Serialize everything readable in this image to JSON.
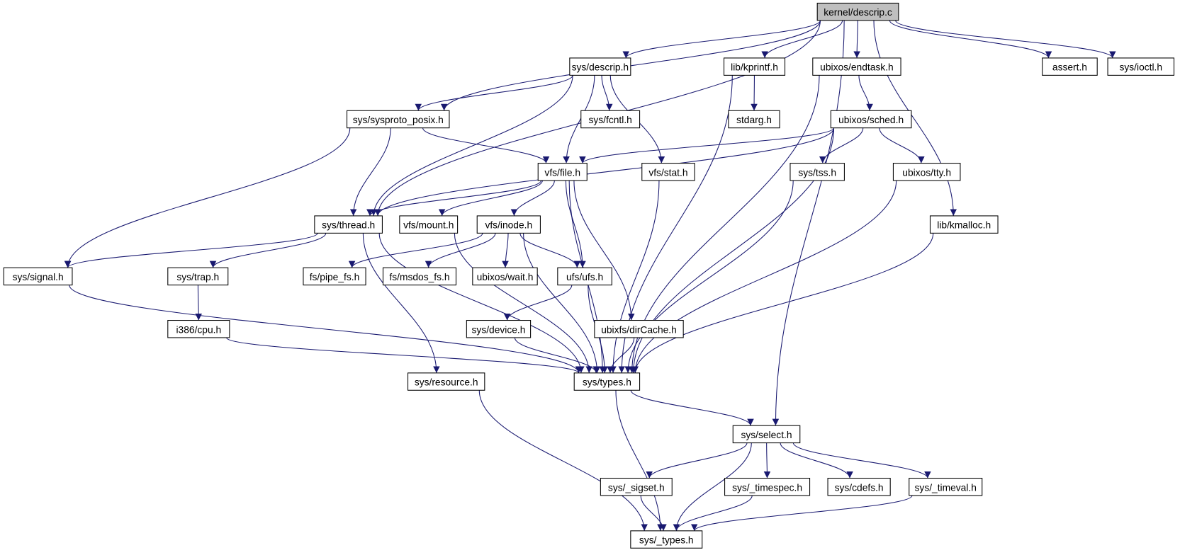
{
  "title": "kernel/descrip.c",
  "colors": {
    "edge": "#191970",
    "root_fill": "#bfbfbf",
    "node_fill": "#ffffff"
  },
  "nodes": [
    "kernel/descrip.c",
    "sys/descrip.h",
    "lib/kprintf.h",
    "ubixos/endtask.h",
    "assert.h",
    "sys/ioctl.h",
    "sys/sysproto_posix.h",
    "sys/fcntl.h",
    "stdarg.h",
    "ubixos/sched.h",
    "vfs/file.h",
    "vfs/stat.h",
    "sys/tss.h",
    "ubixos/tty.h",
    "sys/thread.h",
    "vfs/mount.h",
    "vfs/inode.h",
    "lib/kmalloc.h",
    "sys/signal.h",
    "sys/trap.h",
    "fs/pipe_fs.h",
    "fs/msdos_fs.h",
    "ubixos/wait.h",
    "ufs/ufs.h",
    "i386/cpu.h",
    "sys/device.h",
    "ubixfs/dirCache.h",
    "sys/resource.h",
    "sys/types.h",
    "sys/select.h",
    "sys/_sigset.h",
    "sys/_timespec.h",
    "sys/cdefs.h",
    "sys/_timeval.h",
    "sys/_types.h"
  ],
  "edges": [
    [
      "kernel/descrip.c",
      "sys/descrip.h"
    ],
    [
      "kernel/descrip.c",
      "lib/kprintf.h"
    ],
    [
      "kernel/descrip.c",
      "ubixos/endtask.h"
    ],
    [
      "kernel/descrip.c",
      "assert.h"
    ],
    [
      "kernel/descrip.c",
      "sys/ioctl.h"
    ],
    [
      "kernel/descrip.c",
      "sys/sysproto_posix.h"
    ],
    [
      "kernel/descrip.c",
      "sys/thread.h"
    ],
    [
      "kernel/descrip.c",
      "lib/kmalloc.h"
    ],
    [
      "kernel/descrip.c",
      "sys/select.h"
    ],
    [
      "sys/descrip.h",
      "sys/sysproto_posix.h"
    ],
    [
      "sys/descrip.h",
      "sys/fcntl.h"
    ],
    [
      "sys/descrip.h",
      "vfs/file.h"
    ],
    [
      "sys/descrip.h",
      "vfs/stat.h"
    ],
    [
      "sys/descrip.h",
      "sys/thread.h"
    ],
    [
      "lib/kprintf.h",
      "stdarg.h"
    ],
    [
      "lib/kprintf.h",
      "sys/types.h"
    ],
    [
      "ubixos/endtask.h",
      "ubixos/sched.h"
    ],
    [
      "ubixos/endtask.h",
      "sys/types.h"
    ],
    [
      "sys/sysproto_posix.h",
      "sys/signal.h"
    ],
    [
      "sys/sysproto_posix.h",
      "sys/thread.h"
    ],
    [
      "sys/sysproto_posix.h",
      "vfs/file.h"
    ],
    [
      "ubixos/sched.h",
      "vfs/file.h"
    ],
    [
      "ubixos/sched.h",
      "sys/thread.h"
    ],
    [
      "ubixos/sched.h",
      "sys/tss.h"
    ],
    [
      "ubixos/sched.h",
      "ubixos/tty.h"
    ],
    [
      "ubixos/sched.h",
      "sys/types.h"
    ],
    [
      "vfs/file.h",
      "sys/thread.h"
    ],
    [
      "vfs/file.h",
      "vfs/mount.h"
    ],
    [
      "vfs/file.h",
      "vfs/inode.h"
    ],
    [
      "vfs/file.h",
      "ufs/ufs.h"
    ],
    [
      "vfs/file.h",
      "sys/types.h"
    ],
    [
      "vfs/file.h",
      "ubixfs/dirCache.h"
    ],
    [
      "vfs/stat.h",
      "sys/types.h"
    ],
    [
      "sys/tss.h",
      "sys/types.h"
    ],
    [
      "ubixos/tty.h",
      "sys/types.h"
    ],
    [
      "sys/thread.h",
      "sys/signal.h"
    ],
    [
      "sys/thread.h",
      "sys/trap.h"
    ],
    [
      "sys/thread.h",
      "sys/resource.h"
    ],
    [
      "sys/thread.h",
      "sys/types.h"
    ],
    [
      "vfs/mount.h",
      "sys/types.h"
    ],
    [
      "vfs/inode.h",
      "fs/pipe_fs.h"
    ],
    [
      "vfs/inode.h",
      "fs/msdos_fs.h"
    ],
    [
      "vfs/inode.h",
      "ubixos/wait.h"
    ],
    [
      "vfs/inode.h",
      "ufs/ufs.h"
    ],
    [
      "vfs/inode.h",
      "sys/types.h"
    ],
    [
      "lib/kmalloc.h",
      "sys/types.h"
    ],
    [
      "sys/signal.h",
      "sys/types.h"
    ],
    [
      "sys/trap.h",
      "i386/cpu.h"
    ],
    [
      "i386/cpu.h",
      "sys/types.h"
    ],
    [
      "ufs/ufs.h",
      "sys/device.h"
    ],
    [
      "ufs/ufs.h",
      "sys/types.h"
    ],
    [
      "sys/device.h",
      "sys/types.h"
    ],
    [
      "ubixfs/dirCache.h",
      "sys/types.h"
    ],
    [
      "sys/resource.h",
      "sys/_types.h"
    ],
    [
      "sys/types.h",
      "sys/select.h"
    ],
    [
      "sys/types.h",
      "sys/_types.h"
    ],
    [
      "sys/select.h",
      "sys/_sigset.h"
    ],
    [
      "sys/select.h",
      "sys/_timespec.h"
    ],
    [
      "sys/select.h",
      "sys/cdefs.h"
    ],
    [
      "sys/select.h",
      "sys/_timeval.h"
    ],
    [
      "sys/select.h",
      "sys/_types.h"
    ],
    [
      "sys/_sigset.h",
      "sys/_types.h"
    ],
    [
      "sys/_timespec.h",
      "sys/_types.h"
    ],
    [
      "sys/_timeval.h",
      "sys/_types.h"
    ]
  ]
}
